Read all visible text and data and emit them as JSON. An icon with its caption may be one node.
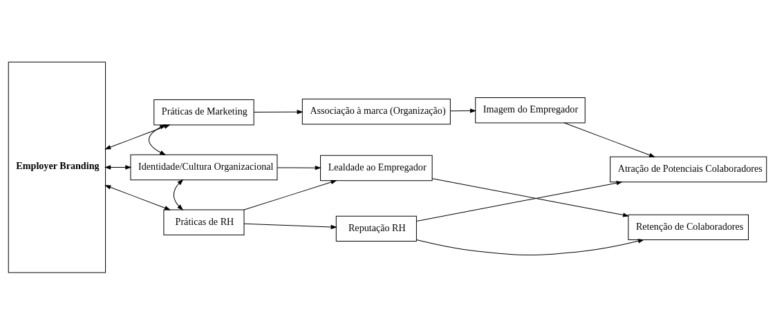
{
  "diagram": {
    "nodes": [
      {
        "text": [
          "Employer Branding"
        ]
      },
      {
        "text": [
          "Práticas de Marketing"
        ]
      },
      {
        "text": [
          "Associação à marca (Organização)"
        ]
      },
      {
        "text": [
          "Imagem do Empregador"
        ]
      },
      {
        "text": [
          "Atração de Potenciais Colaboradores"
        ]
      },
      {
        "text": [
          "Identidade/Cultura Organizacional"
        ]
      },
      {
        "text": [
          "Lealdade ao Empregador"
        ]
      },
      {
        "text": [
          "Retenção de Colaboradores"
        ]
      },
      {
        "text": [
          "Práticas de RH"
        ]
      },
      {
        "text": [
          "Reputação RH"
        ]
      }
    ],
    "edges": [
      {
        "from": 0,
        "to": 1,
        "arrow": "both"
      },
      {
        "from": 1,
        "to": 2,
        "arrow": "to"
      },
      {
        "from": 2,
        "to": 3,
        "arrow": "to"
      },
      {
        "from": 3,
        "to": 4,
        "arrow": "to"
      },
      {
        "from": 1,
        "to": 5,
        "arrow": "both"
      },
      {
        "from": 0,
        "to": 5,
        "arrow": "both"
      },
      {
        "from": 5,
        "to": 6,
        "arrow": "to"
      },
      {
        "from": 6,
        "to": 7,
        "arrow": "to"
      },
      {
        "from": 5,
        "to": 8,
        "arrow": "both"
      },
      {
        "from": 0,
        "to": 8,
        "arrow": "both"
      },
      {
        "from": 8,
        "to": 6,
        "arrow": "to"
      },
      {
        "from": 8,
        "to": 9,
        "arrow": "to"
      },
      {
        "from": 9,
        "to": 7,
        "arrow": "to"
      },
      {
        "from": 9,
        "to": 4,
        "arrow": "to"
      }
    ]
  }
}
